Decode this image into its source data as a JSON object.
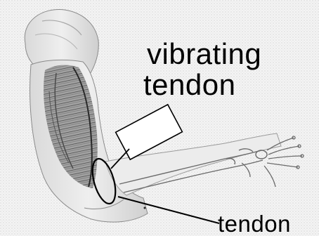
{
  "labels": {
    "vibrator_line1": "vibrating",
    "vibrator_line2": "tendon",
    "tendon": "tendon"
  },
  "icons": [
    "arm-muscle-illustration",
    "forearm-bones-illustration",
    "vibrator-device-icon",
    "tendon-ellipse-marker"
  ],
  "colors": {
    "ink": "#000000",
    "muscle_light": "#dcdcdc",
    "muscle_dark": "#5a5a5a",
    "background": "#fbfbfb"
  }
}
